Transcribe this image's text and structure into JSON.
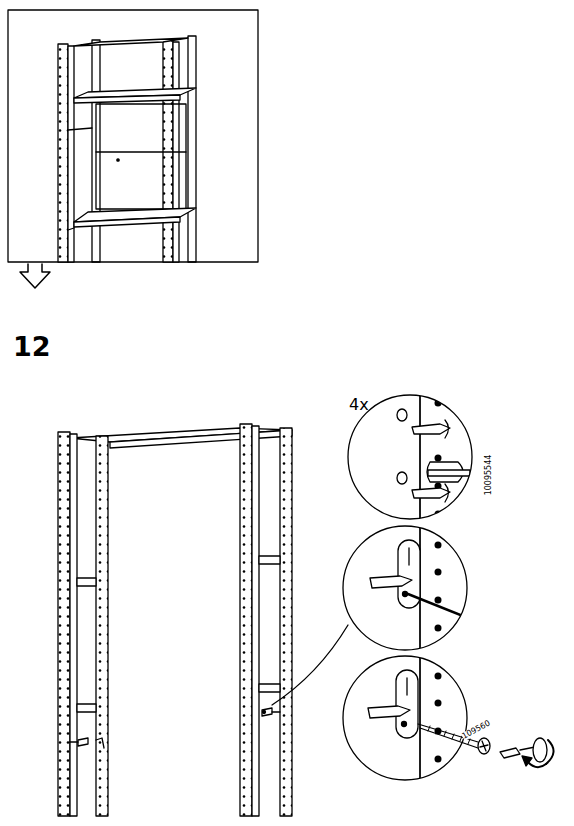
{
  "diagram": {
    "labels": [
      "12",
      "4x",
      "10095544",
      "109560"
    ]
  }
}
